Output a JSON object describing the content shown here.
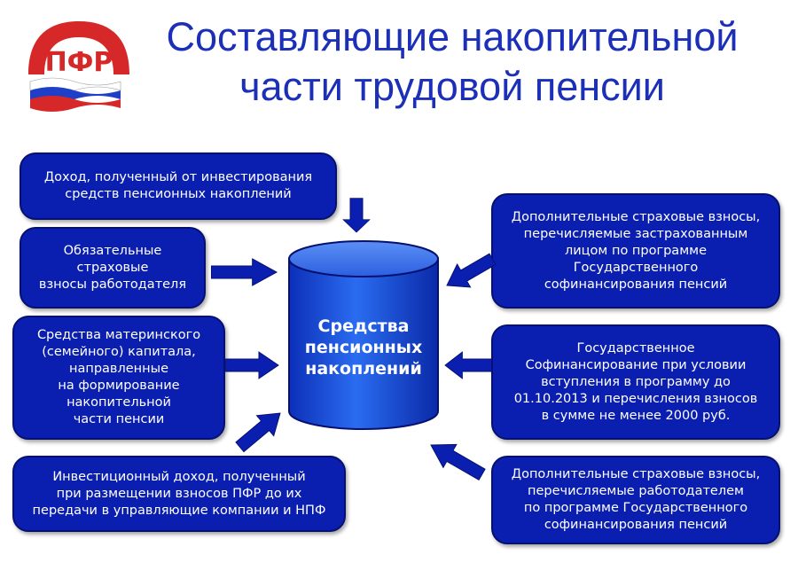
{
  "colors": {
    "title": "#1b2fb8",
    "box_fill": "#0a1fb0",
    "box_border": "#061070",
    "arrow": "#0a1fb0",
    "cylinder": "#1f55e0",
    "logo_red": "#d62828"
  },
  "logo": {
    "letters": "ПФР"
  },
  "title": {
    "line1": "Составляющие накопительной",
    "line2": "части трудовой пенсии"
  },
  "center": {
    "lines": [
      "Средства",
      "пенсионных",
      "накоплений"
    ]
  },
  "sources_left": [
    {
      "lines": [
        "Доход, полученный от инвестирования",
        "средств пенсионных накоплений"
      ]
    },
    {
      "lines": [
        "Обязательные",
        "страховые",
        "взносы работодателя"
      ]
    },
    {
      "lines": [
        "Средства материнского",
        "(семейного) капитала,",
        "направленные",
        "на формирование",
        "накопительной",
        "части пенсии"
      ]
    },
    {
      "lines": [
        "Инвестиционный доход, полученный",
        "при размещении взносов ПФР до их",
        "передачи в управляющие компании и НПФ"
      ]
    }
  ],
  "sources_right": [
    {
      "lines": [
        "Дополнительные страховые взносы,",
        "перечисляемые застрахованным",
        "лицом по программе",
        "Государственного",
        "софинансирования пенсий"
      ]
    },
    {
      "lines": [
        "Государственное",
        "Софинансирование при условии",
        "вступления в программу до",
        "01.10.2013 и перечисления взносов",
        "в сумме не менее 2000 руб."
      ]
    },
    {
      "lines": [
        "Дополнительные страховые взносы,",
        "перечисляемые работодателем",
        "по программе Государственного",
        "софинансирования пенсий"
      ]
    }
  ]
}
